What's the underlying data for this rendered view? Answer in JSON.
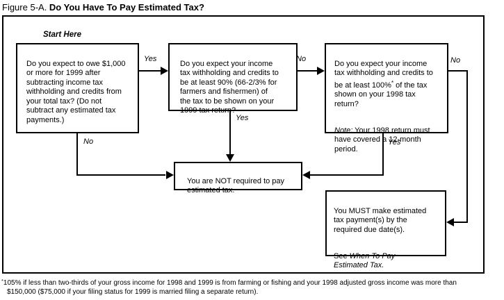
{
  "title": {
    "prefix": "Figure 5-A. ",
    "main": "Do You Have To Pay Estimated Tax?"
  },
  "flowchart": {
    "start_label": "Start Here",
    "boxes": {
      "q1": "Do you expect to owe $1,000\nor more for 1999 after\nsubtracting income tax\nwithholding and credits from\nyour total tax? (Do not\nsubtract any estimated tax\npayments.)",
      "q2": "Do you expect your income\ntax withholding and credits to\nbe at least 90% (66-2/3% for\nfarmers and fishermen) of\nthe tax to be shown on your\n1999 tax return?",
      "q3_pre": "Do you expect your income\ntax withholding and credits to\nbe at least 100%",
      "q3_asterisk": "*",
      "q3_post": " of the tax\nshown on your 1998 tax\nreturn?",
      "q3_note_label": "Note:",
      "q3_note_text": " Your 1998 return must\nhave covered a 12-month\nperiod.",
      "not_required": "You are NOT required to pay\nestimated tax.",
      "must_pay": "You MUST make estimated\ntax payment(s) by the\nrequired due date(s).",
      "must_see_prefix": "See ",
      "must_see_reference": "When To Pay\nEstimated Tax."
    },
    "labels": {
      "yes1": "Yes",
      "no1": "No",
      "yes2": "Yes",
      "no2": "No",
      "yes3": "Yes",
      "no3": "No"
    }
  },
  "footnote": {
    "asterisk": "*",
    "line1": "105% if less than two-thirds of your gross income for 1998 and 1999 is from farming or fishing and your 1998 adjusted gross income was more than",
    "line2": "$150,000 ($75,000 if your filing status for 1999 is married filing a separate return)."
  },
  "colors": {
    "line": "#000000",
    "background": "#ffffff"
  }
}
